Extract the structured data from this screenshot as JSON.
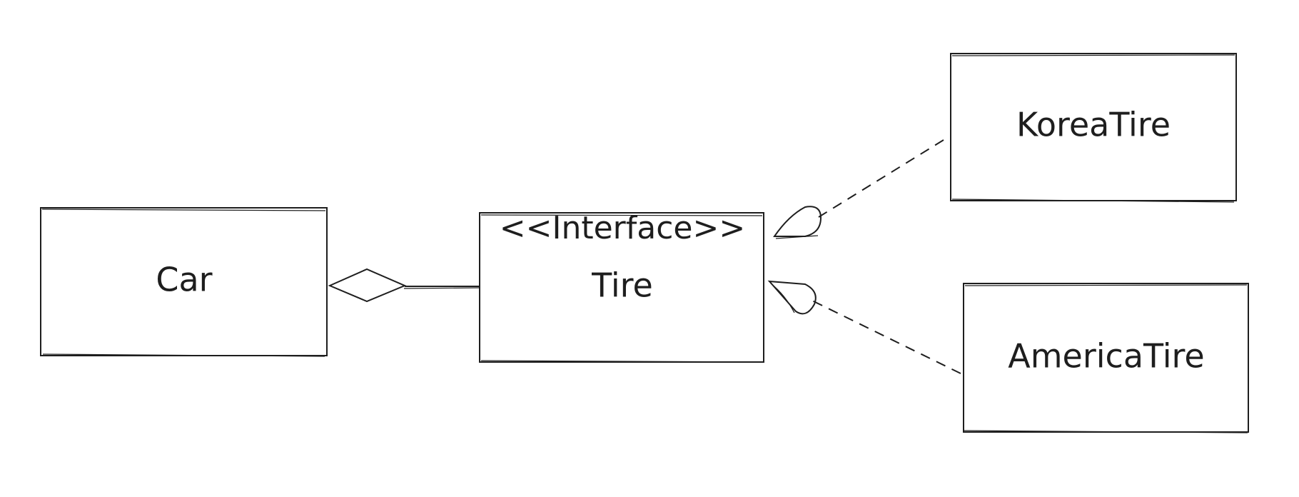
{
  "diagram": {
    "nodes": [
      {
        "id": "car",
        "label": "Car"
      },
      {
        "id": "tire",
        "stereotype": "<<Interface>>",
        "label": "Tire"
      },
      {
        "id": "korea-tire",
        "label": "KoreaTire"
      },
      {
        "id": "america-tire",
        "label": "AmericaTire"
      }
    ],
    "edges": [
      {
        "from": "car",
        "to": "tire",
        "type": "aggregation"
      },
      {
        "from": "korea-tire",
        "to": "tire",
        "type": "realization"
      },
      {
        "from": "america-tire",
        "to": "tire",
        "type": "realization"
      }
    ],
    "colors": {
      "stroke": "#1e1e1e",
      "background": "#ffffff"
    }
  }
}
